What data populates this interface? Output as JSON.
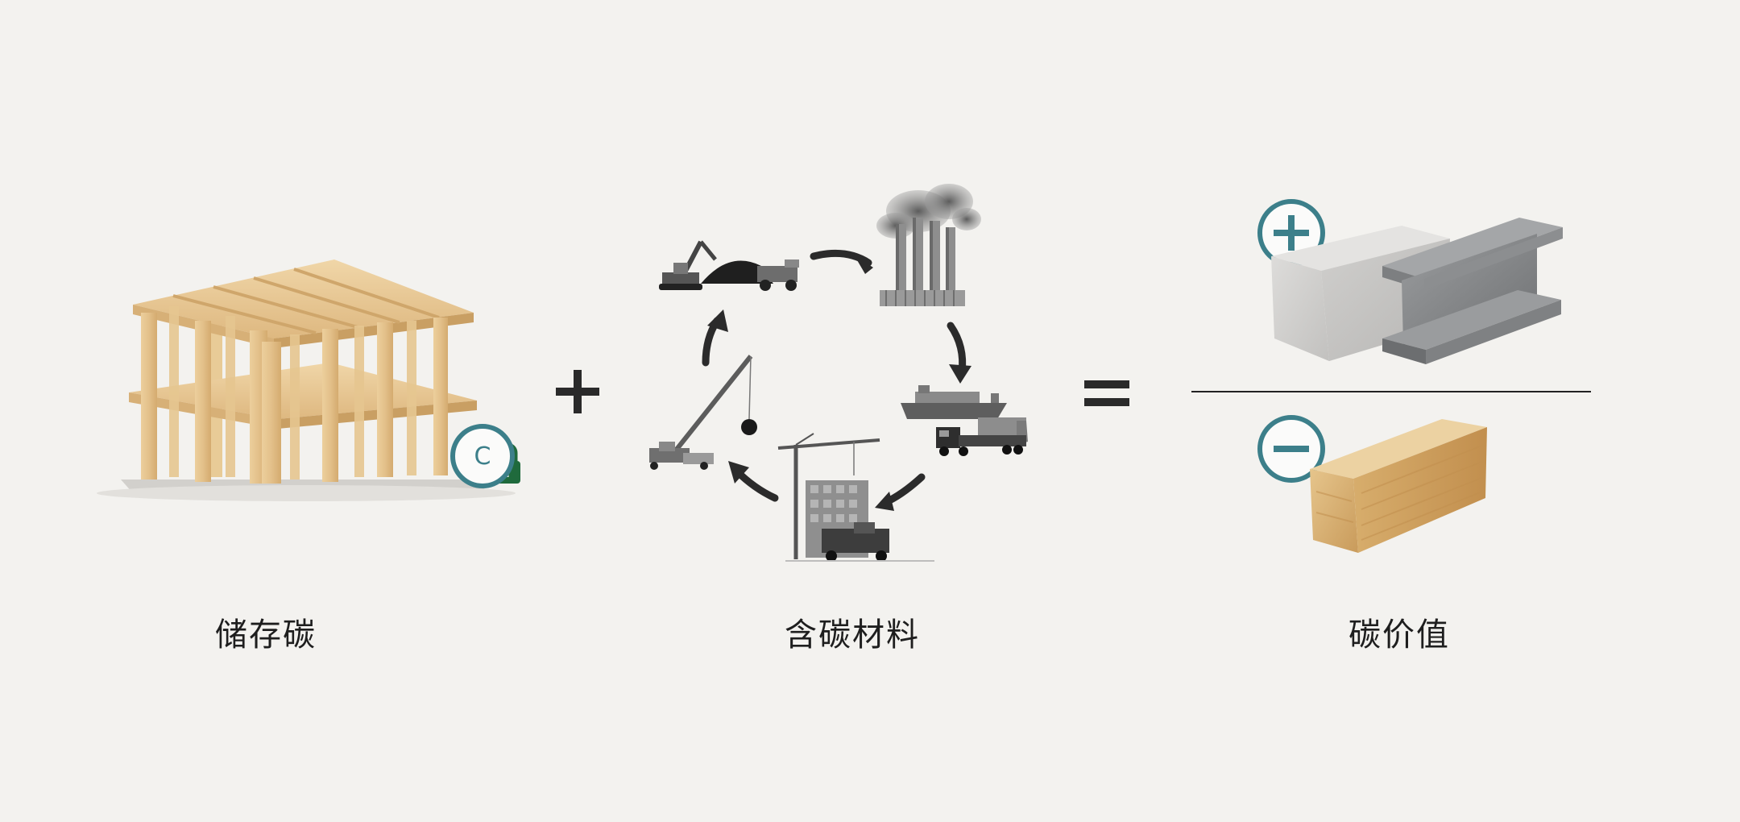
{
  "labels": {
    "stored_carbon": "储存碳",
    "embodied_carbon": "含碳材料",
    "carbon_value": "碳价值"
  },
  "carbon_badge": {
    "letter": "C"
  },
  "operators": {
    "plus": "+",
    "equals": "="
  },
  "colors": {
    "background": "#f3f2ef",
    "timber": "#e3c38e",
    "badge_teal": "#3c7f8a",
    "lock_green": "#1f6a3c",
    "steel": "#7f8183",
    "concrete": "#c9c9c7",
    "ink": "#222222"
  },
  "icons": [
    "timber-frame-building",
    "carbon-lock-icon",
    "plus-operator",
    "mining-excavator-icon",
    "smokestack-factory-icon",
    "cargo-ship-truck-icon",
    "construction-crane-icon",
    "demolition-crane-icon",
    "equals-operator",
    "plus-circle-icon",
    "minus-circle-icon",
    "concrete-block",
    "steel-i-beam",
    "wood-block"
  ]
}
